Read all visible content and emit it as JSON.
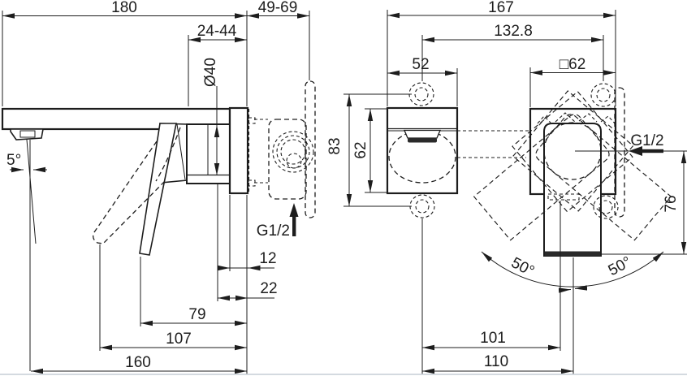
{
  "drawing": {
    "subject": "wall-mounted single-lever basin mixer technical drawing, side and front views",
    "colors": {
      "line": "#1d1d1d",
      "background": "#ffffff",
      "dark_fill": "#2a2a2a"
    },
    "side_view": {
      "spout_to_wall": "180",
      "in_wall_depth": "49-69",
      "install_depth": "24-44",
      "cartridge_dia": "Ø40",
      "spray_angle": "5°",
      "thread": "G1/2",
      "plate_thickness": "12",
      "protrusion": "22",
      "lever_closed": "79",
      "lever_open": "107",
      "outlet_to_wall": "160"
    },
    "front_view": {
      "overall_width": "167",
      "screw_span": "132.8",
      "spout_width": "52",
      "plate_square": "□62",
      "screw_span_v": "83",
      "spout_height": "62",
      "thread": "G1/2",
      "lever_drop": "76",
      "swing_left": "50°",
      "swing_right": "50°",
      "spout_to_valve": "101",
      "spout_to_lever": "110"
    }
  }
}
